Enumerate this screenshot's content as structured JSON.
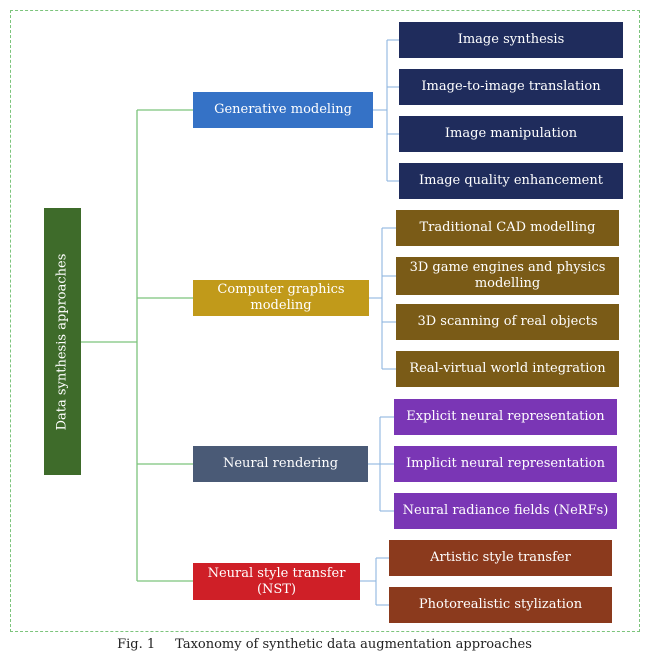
{
  "root": {
    "label": "Data synthesis approaches",
    "color": "#3e6b2a"
  },
  "branches": [
    {
      "label": "Generative modeling",
      "color": "#3572c6",
      "leaf_color": "#1f2c5c",
      "leaves": [
        "Image synthesis",
        "Image-to-image translation",
        "Image manipulation",
        "Image quality enhancement"
      ]
    },
    {
      "label": "Computer graphics modeling",
      "color": "#c19a1a",
      "leaf_color": "#7a5b17",
      "leaves": [
        "Traditional CAD modelling",
        "3D game engines and physics modelling",
        "3D scanning of real objects",
        "Real-virtual world integration"
      ]
    },
    {
      "label": "Neural rendering",
      "color": "#4a5a76",
      "leaf_color": "#7a36b5",
      "leaves": [
        "Explicit neural representation",
        "Implicit neural representation",
        "Neural radiance fields (NeRFs)"
      ]
    },
    {
      "label": "Neural style transfer (NST)",
      "color": "#cf1f27",
      "leaf_color": "#8b3a1d",
      "leaves": [
        "Artistic style transfer",
        "Photorealistic stylization"
      ]
    }
  ],
  "caption": {
    "number": "Fig. 1",
    "text": "Taxonomy of synthetic data augmentation approaches"
  },
  "connector_colors": {
    "root": "#7cc47c",
    "branch": "#8fb6e0"
  }
}
